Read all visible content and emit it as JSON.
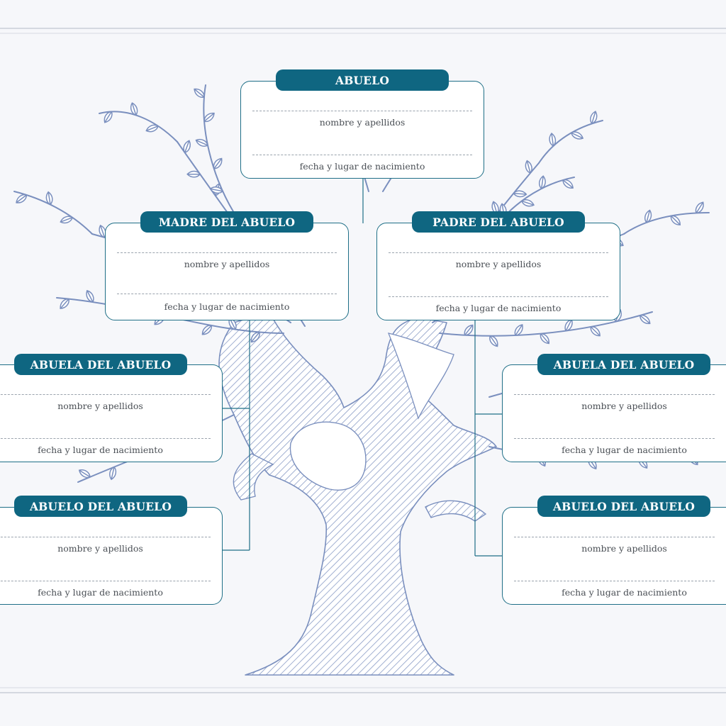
{
  "colors": {
    "pill_bg": "#0f6681",
    "card_border": "#1f6f87",
    "tree_stroke": "#7a8fbe",
    "page_bg": "#f6f7fa"
  },
  "tree": {
    "boxes": [
      {
        "title": "ABUELO",
        "name_label": "nombre y apellidos",
        "birth_label": "fecha y lugar de nacimiento"
      },
      {
        "title": "MADRE DEL ABUELO",
        "name_label": "nombre y apellidos",
        "birth_label": "fecha y lugar de nacimiento"
      },
      {
        "title": "PADRE DEL ABUELO",
        "name_label": "nombre y apellidos",
        "birth_label": "fecha y lugar de nacimiento"
      },
      {
        "title": "ABUELA DEL ABUELO",
        "name_label": "nombre y apellidos",
        "birth_label": "fecha y lugar de nacimiento"
      },
      {
        "title": "ABUELO DEL ABUELO",
        "name_label": "nombre y apellidos",
        "birth_label": "fecha y lugar de nacimiento"
      },
      {
        "title": "ABUELA DEL ABUELO",
        "name_label": "nombre y apellidos",
        "birth_label": "fecha y lugar de nacimiento"
      },
      {
        "title": "ABUELO DEL ABUELO",
        "name_label": "nombre y apellidos",
        "birth_label": "fecha y lugar de nacimiento"
      }
    ]
  }
}
